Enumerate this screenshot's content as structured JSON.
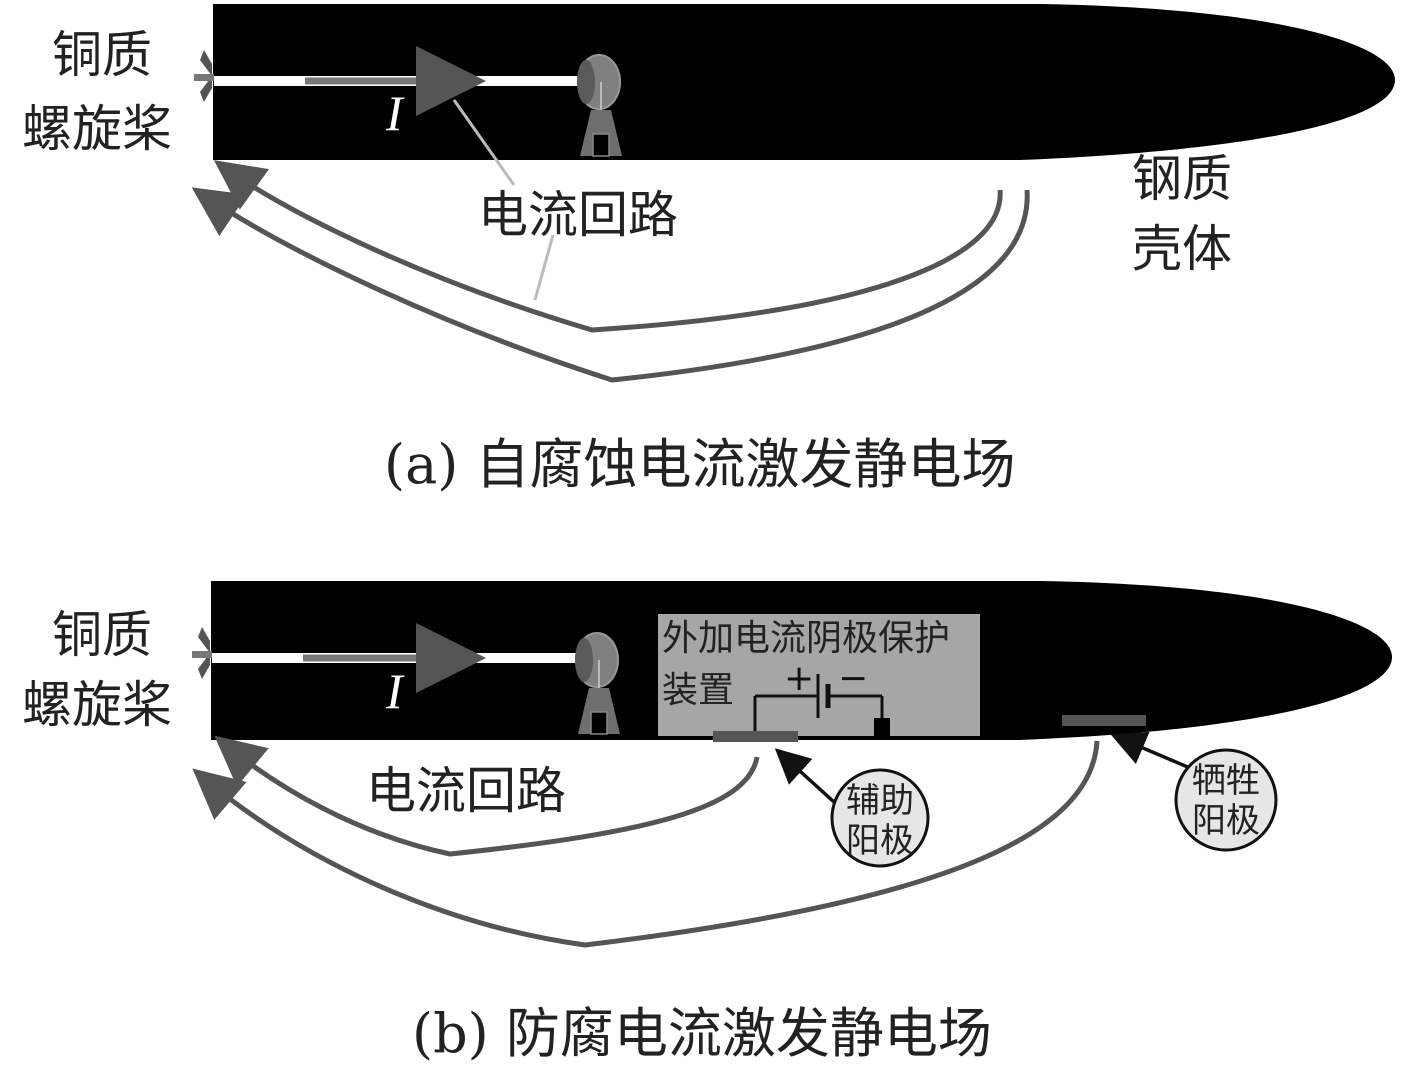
{
  "panel_a": {
    "propeller_label": [
      "铜质",
      "螺旋桨"
    ],
    "current_symbol": "I",
    "loop_label": "电流回路",
    "hull_label": [
      "钢质",
      "壳体"
    ],
    "caption": "(a) 自腐蚀电流激发静电场"
  },
  "panel_b": {
    "propeller_label": [
      "铜质",
      "螺旋桨"
    ],
    "current_symbol": "I",
    "device_label": [
      "外加电流阴极保护",
      "装置"
    ],
    "plus_sign": "+",
    "minus_sign": "−",
    "loop_label": "电流回路",
    "auxiliary_anode_label": [
      "辅助",
      "阳极"
    ],
    "sacrificial_anode_label": [
      "牺牲",
      "阳极"
    ],
    "caption": "(b) 防腐电流激发静电场"
  },
  "colors": {
    "hull": "#000000",
    "current_path": "#555555",
    "device_box": "#a6a6a6",
    "callout_fill": "#e6e6e6",
    "anode_plate": "#555555"
  }
}
